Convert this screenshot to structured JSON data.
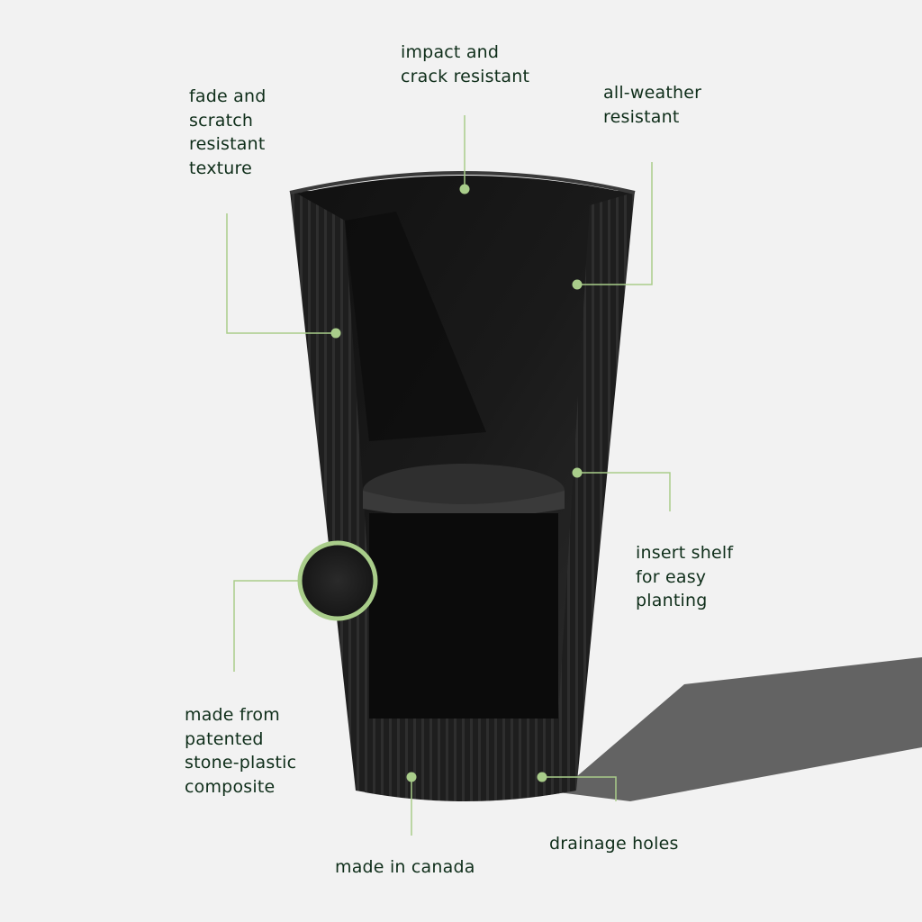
{
  "colors": {
    "background": "#f2f2f2",
    "text": "#0f2e1a",
    "callout_line": "#a9cd8a",
    "pot": "#1c1c1c"
  },
  "callouts": {
    "impact": "impact and\ncrack resistant",
    "weather": "all-weather\nresistant",
    "fade": "fade and\nscratch\nresistant\ntexture",
    "shelf": "insert shelf\nfor easy\nplanting",
    "composite": "made from\npatented\nstone-plastic\ncomposite",
    "canada": "made in canada",
    "drainage": "drainage holes"
  }
}
